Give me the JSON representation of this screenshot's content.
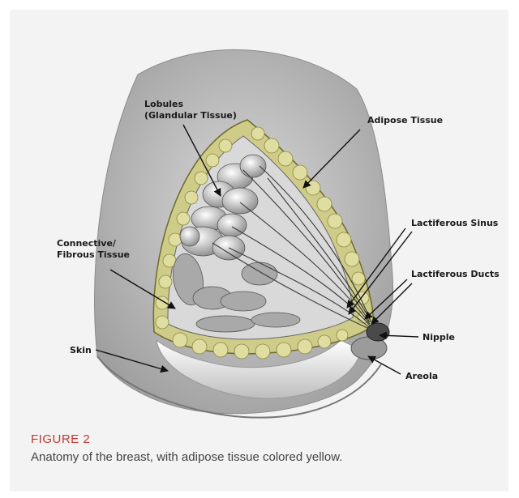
{
  "labels": {
    "lobules_line1": "Lobules",
    "lobules_line2": "(Glandular Tissue)",
    "adipose": "Adipose Tissue",
    "sinus": "Lactiferous Sinus",
    "ducts": "Lactiferous Ducts",
    "connective_line1": "Connective/",
    "connective_line2": "Fibrous Tissue",
    "nipple": "Nipple",
    "skin": "Skin",
    "areola": "Areola"
  },
  "caption": {
    "number": "FIGURE 2",
    "text": "Anatomy of the breast, with adipose tissue colored yellow."
  },
  "colors": {
    "adipose": "#cfcc8a",
    "figure_label": "#c2372f",
    "card_background": "#f3f3f3"
  }
}
